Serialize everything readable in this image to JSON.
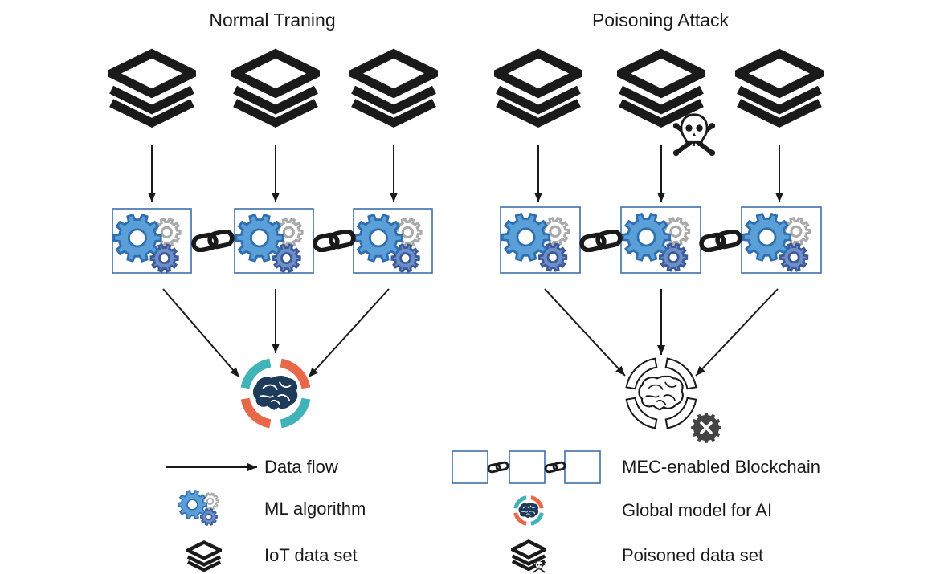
{
  "panels": [
    {
      "title": "Normal Traning",
      "variant": "normal"
    },
    {
      "title": "Poisoning Attack",
      "variant": "poisoned"
    }
  ],
  "legend": {
    "data_flow": "Data flow",
    "ml_algorithm": "ML algorithm",
    "iot_data_set": "IoT data set",
    "blockchain": "MEC-enabled Blockchain",
    "global_model": "Global model for AI",
    "poisoned_data_set": "Poisoned data set"
  },
  "colors": {
    "gear_blue": "#5a9fd8",
    "gear_dark": "#3c5a9a",
    "gear_light": "#aaaaaa",
    "box_border": "#3c6fa8",
    "brain_dark": "#1f3b5a",
    "ring_orange": "#e8694a",
    "ring_teal": "#3fb3b8",
    "stack_dark": "#1a1a1a",
    "error_badge": "#444444"
  }
}
